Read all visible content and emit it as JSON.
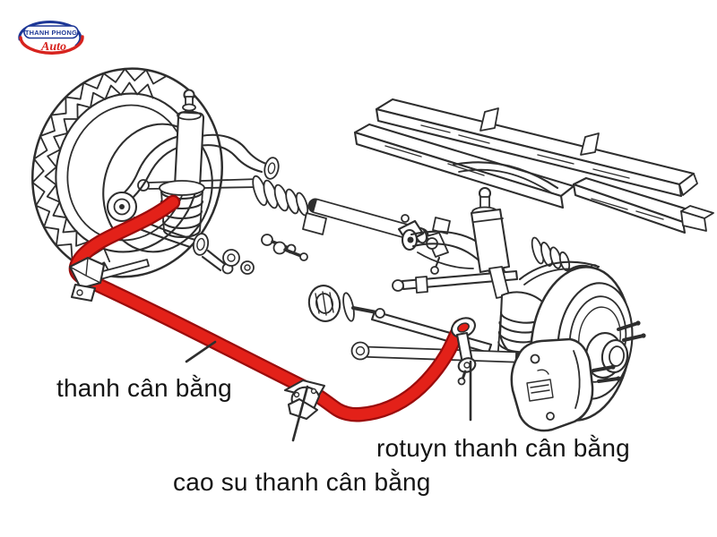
{
  "logo": {
    "line1": "THANH PHONG",
    "line2": "Auto",
    "blue": "#1d3796",
    "red": "#d7231e"
  },
  "diagram": {
    "background": "#ffffff",
    "line_color": "#2e2e2e",
    "highlight_color": "#e32119",
    "highlight_edge_color": "#9b0c0c",
    "labels": {
      "stabilizer_bar": "thanh cân bằng",
      "stabilizer_link": "rotuyn thanh cân bằng",
      "stabilizer_bushing": "cao su thanh cân bằng"
    }
  }
}
